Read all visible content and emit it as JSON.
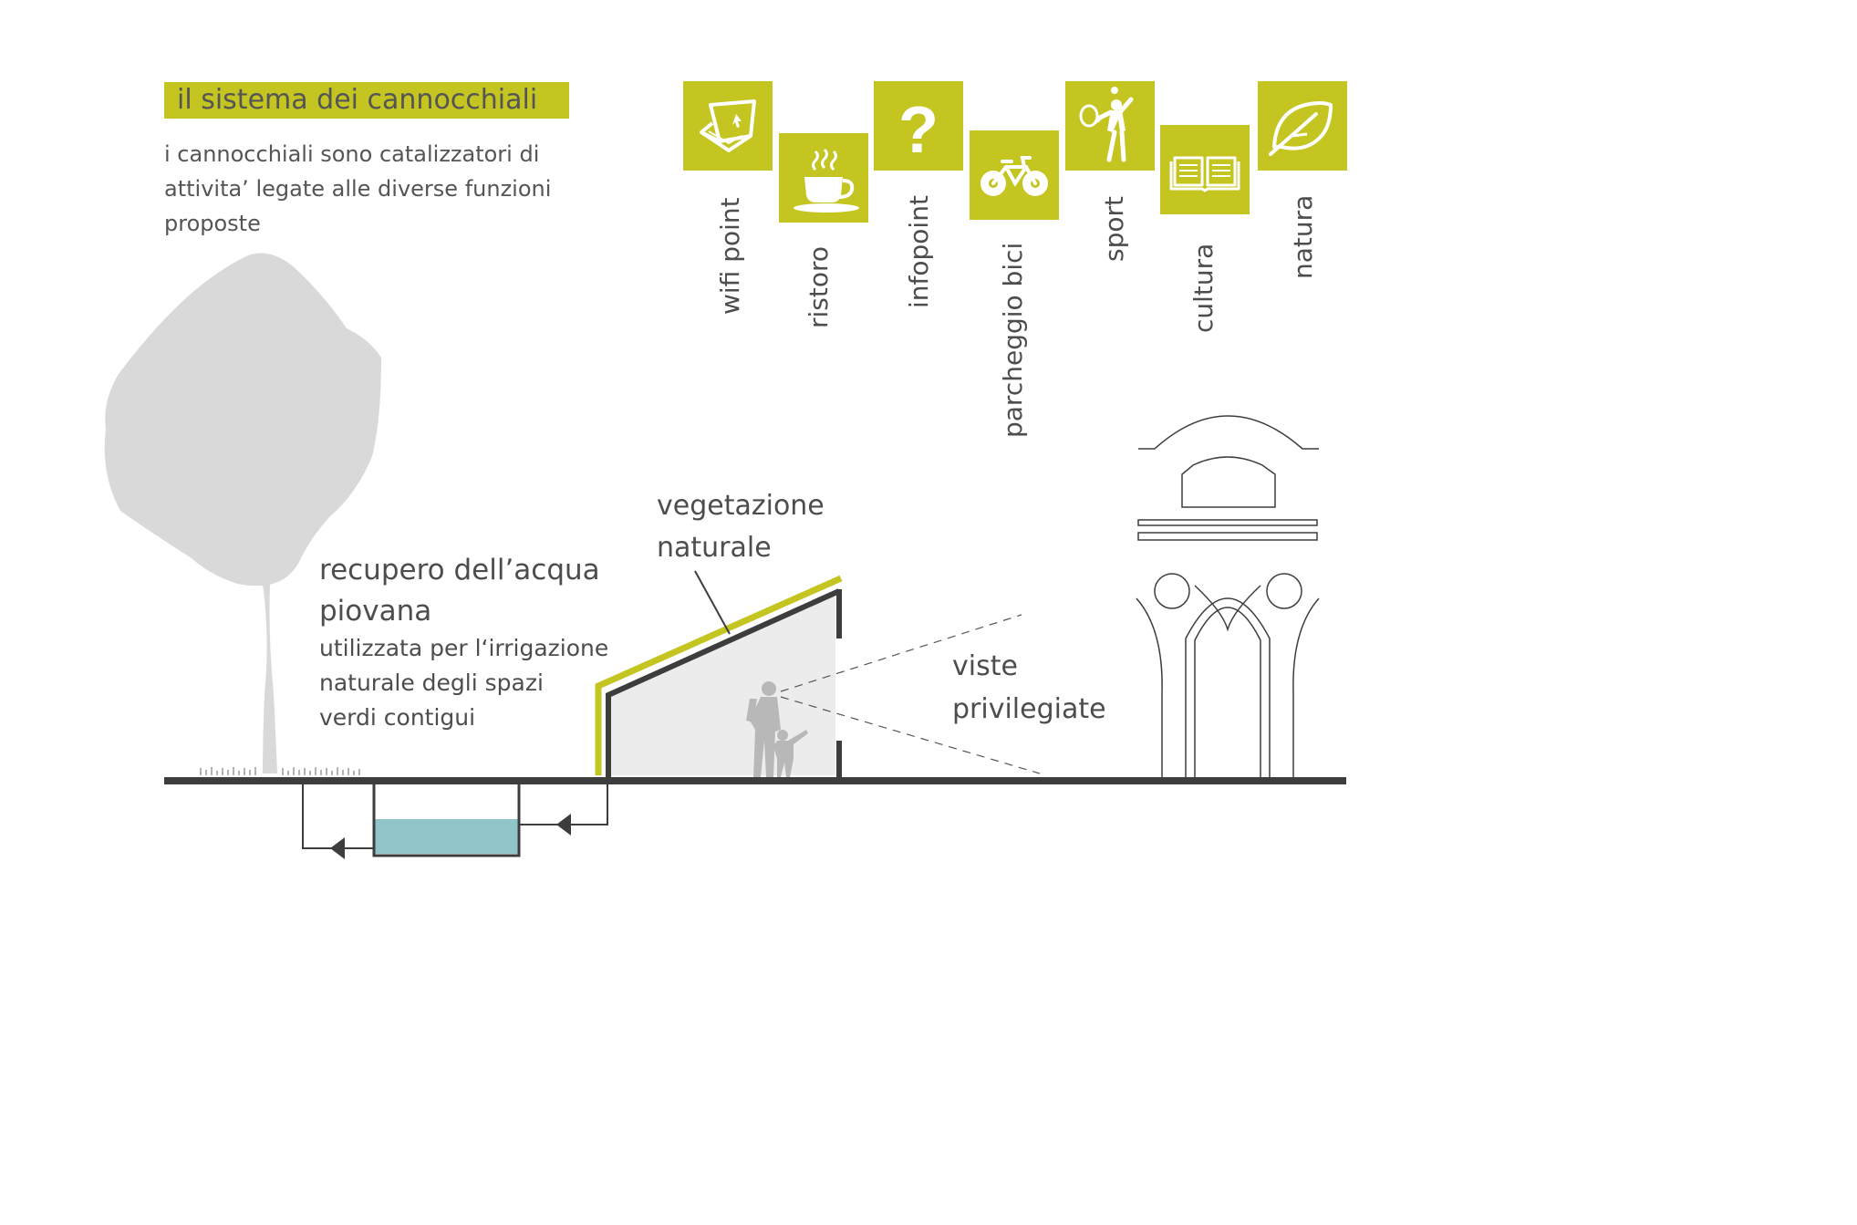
{
  "title": "il sistema dei cannocchiali",
  "intro_lines": [
    "i cannocchiali sono catalizzatori di",
    "attivita’ legate alle diverse funzioni",
    "proposte"
  ],
  "activities": [
    {
      "label": "wifi point",
      "icon": "laptop-icon"
    },
    {
      "label": "ristoro",
      "icon": "coffee-cup-icon"
    },
    {
      "label": "infopoint",
      "icon": "question-mark-icon"
    },
    {
      "label": "parcheggio bici",
      "icon": "bicycle-icon"
    },
    {
      "label": "sport",
      "icon": "tennis-player-icon"
    },
    {
      "label": "cultura",
      "icon": "open-book-icon"
    },
    {
      "label": "natura",
      "icon": "leaf-icon"
    }
  ],
  "annotations": {
    "water_title_1": "recupero dell’acqua",
    "water_title_2": "piovana",
    "water_desc_1": "utilizzata per l‘irrigazione",
    "water_desc_2": "naturale degli spazi",
    "water_desc_3": "verdi contigui",
    "vegetation_1": "vegetazione",
    "vegetation_2": "naturale",
    "views_1": "viste",
    "views_2": "privilegiate"
  },
  "colors": {
    "accent": "#c4c521",
    "dark": "#3d3d3d",
    "text": "#555555",
    "tree": "#d9d9d9",
    "water": "#90c4c9",
    "interior": "#ececec"
  }
}
